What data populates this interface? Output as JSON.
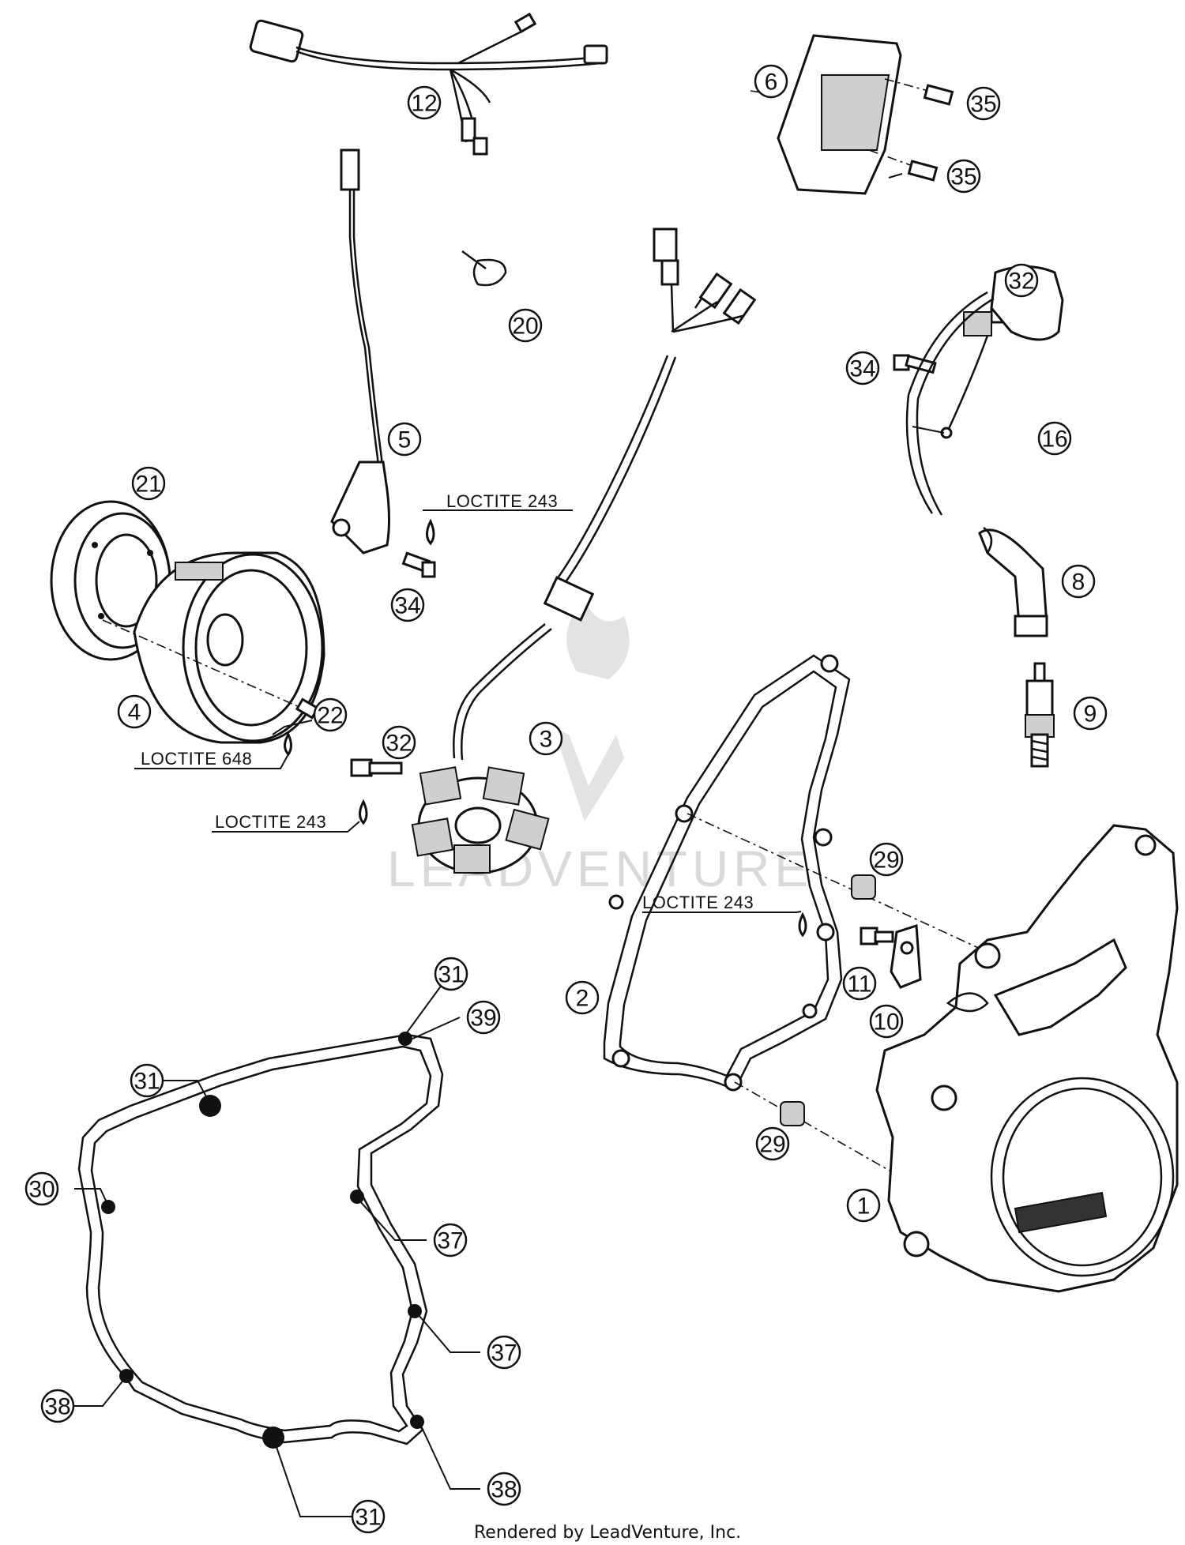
{
  "callouts": {
    "c1": "1",
    "c2": "2",
    "c3": "3",
    "c4": "4",
    "c5": "5",
    "c6": "6",
    "c8": "8",
    "c9": "9",
    "c10": "10",
    "c11": "11",
    "c12": "12",
    "c16": "16",
    "c20": "20",
    "c21": "21",
    "c22": "22",
    "c29a": "29",
    "c29b": "29",
    "c30": "30",
    "c31a": "31",
    "c31b": "31",
    "c31c": "31",
    "c32a": "32",
    "c32b": "32",
    "c34a": "34",
    "c34b": "34",
    "c35a": "35",
    "c35b": "35",
    "c37a": "37",
    "c37b": "37",
    "c38a": "38",
    "c38b": "38",
    "c39": "39"
  },
  "notes": {
    "loctite_243_a": "LOCTITE 243",
    "loctite_243_b": "LOCTITE 243",
    "loctite_243_c": "LOCTITE 243",
    "loctite_648": "LOCTITE 648"
  },
  "watermark": "LEADVENTURE",
  "footer": "Rendered by LeadVenture, Inc.",
  "colors": {
    "line": "#111111",
    "watermark": "#d9d9d9",
    "background": "#ffffff"
  }
}
